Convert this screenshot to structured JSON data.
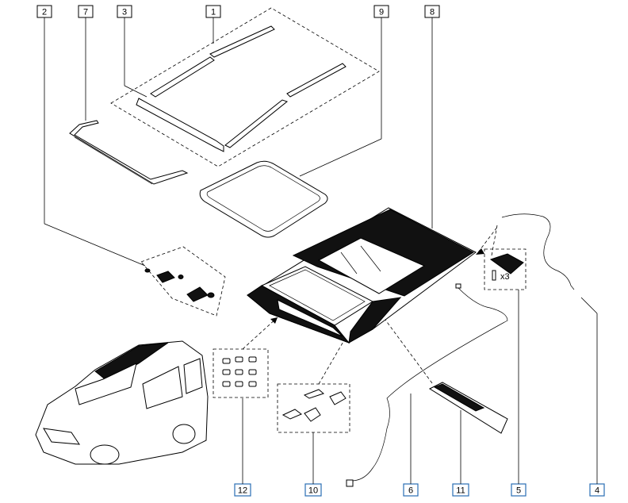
{
  "parts": {
    "p1": "1",
    "p2": "2",
    "p3": "3",
    "p4": "4",
    "p5": "5",
    "p6": "6",
    "p7": "7",
    "p8": "8",
    "p9": "9",
    "p10": "10",
    "p11": "11",
    "p12": "12"
  },
  "annotations": {
    "x3": "x3"
  },
  "colors": {
    "label_box_top_border": "#2a6fb5",
    "line": "#000000",
    "glass_dark": "#111111"
  }
}
